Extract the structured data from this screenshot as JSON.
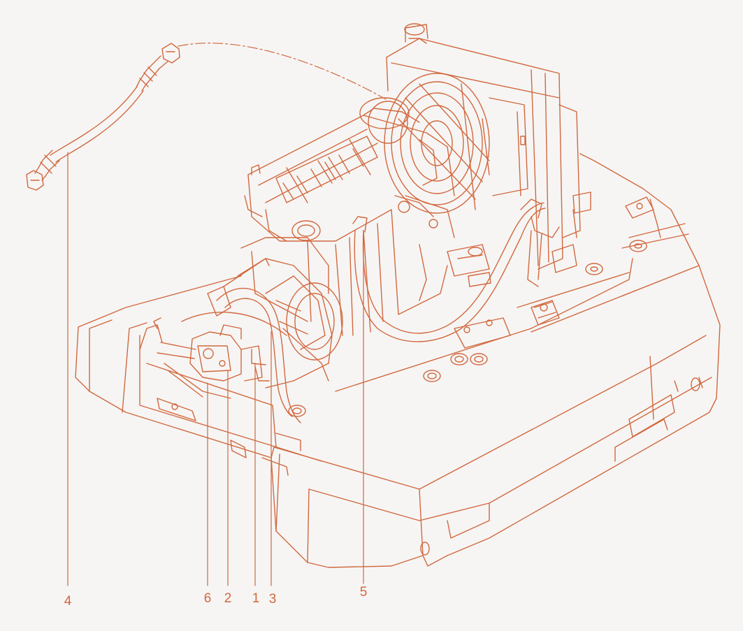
{
  "diagram": {
    "line_color": "#d2683e",
    "background_color": "#f6f5f4",
    "callouts": [
      {
        "id": "callout-4",
        "label": "4"
      },
      {
        "id": "callout-6",
        "label": "6"
      },
      {
        "id": "callout-2",
        "label": "2"
      },
      {
        "id": "callout-1",
        "label": "1"
      },
      {
        "id": "callout-3",
        "label": "3"
      },
      {
        "id": "callout-5",
        "label": "5"
      }
    ]
  }
}
